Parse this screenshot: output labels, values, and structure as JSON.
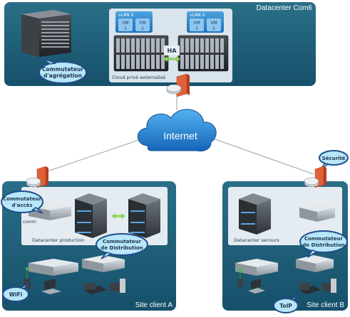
{
  "datacenter": {
    "title": "Datacenter Com6",
    "cloud_label": "Cloud privé externalisé",
    "ha_label": "HA",
    "vlans": [
      {
        "name": "vLAN X",
        "vms": [
          {
            "label": "VM",
            "num": "1"
          },
          {
            "label": "VM",
            "num": "2"
          }
        ]
      },
      {
        "name": "vLAN X",
        "vms": [
          {
            "label": "VM",
            "num": "1"
          },
          {
            "label": "VM",
            "num": "2"
          }
        ]
      }
    ]
  },
  "aggregation_bubble": {
    "line1": "Commutateur",
    "line2": "d'agrégation"
  },
  "internet_label": "Internet",
  "site_a": {
    "title": "Site client A",
    "datacenter_label": "Datacenter production",
    "comm_label": "comm",
    "access_bubble": {
      "line1": "Commutateur",
      "line2": "d'accès"
    },
    "distribution_bubble": {
      "line1": "Commutateur",
      "line2": "de Distribution"
    },
    "wifi_bubble": "WiFi"
  },
  "site_b": {
    "title": "Site client B",
    "datacenter_label": "Datacenter secours",
    "security_bubble": "Sécurité",
    "distribution_bubble": {
      "line1": "Commutateur",
      "line2": "de Distribution"
    },
    "toip_bubble": "ToIP"
  },
  "colors": {
    "panel_dark": "#1e5b73",
    "panel_mid": "#3d7f96",
    "inner_panel": "#e4ecf2",
    "bubble_fill": "#b7e6f8",
    "bubble_stroke": "#1f4e8a",
    "cloud_fill": "#1e88d8",
    "firewall": "#e0603a",
    "ha_arrow": "#8bd35a"
  }
}
